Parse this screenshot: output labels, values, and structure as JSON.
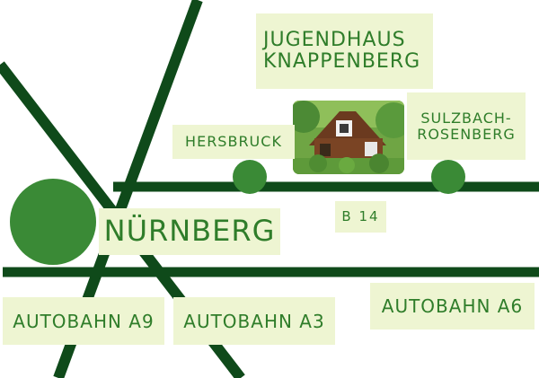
{
  "labels": {
    "jugendhaus_line1": "Jugendhaus",
    "jugendhaus_line2": "Knappenberg",
    "hersbruck": "Hersbruck",
    "sulzbach_line1": "Sulzbach-",
    "sulzbach_line2": "Rosenberg",
    "b14": "B 14",
    "nurnberg": "Nürnberg",
    "a9": "Autobahn A9",
    "a3": "Autobahn A3",
    "a6": "Autobahn A6"
  },
  "colors": {
    "road": "#0f4a1a",
    "town": "#3a8a36",
    "label_bg": "#eef5d2",
    "label_text": "#2f7d2a"
  }
}
